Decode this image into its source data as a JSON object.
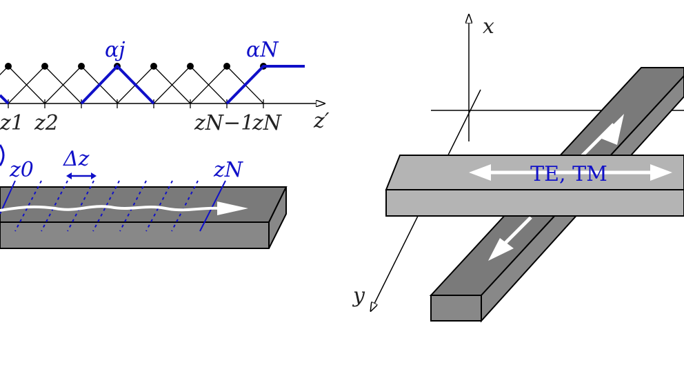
{
  "left": {
    "lattice_labels": {
      "alpha_j": "αj",
      "alpha_N": "αN"
    },
    "axis_labels": [
      "z1",
      "z2",
      "zN−1",
      "zN"
    ],
    "axis_name": "z′",
    "guide_labels": {
      "z0": "z0",
      "dz": "Δz",
      "zN": "zN"
    }
  },
  "right": {
    "axis_x": "x",
    "axis_y": "y",
    "mode_label": "TE, TM"
  },
  "colors": {
    "blue": "#1010c8",
    "guide_dark": "#7a7a7a",
    "guide_light": "#b4b4b4"
  }
}
